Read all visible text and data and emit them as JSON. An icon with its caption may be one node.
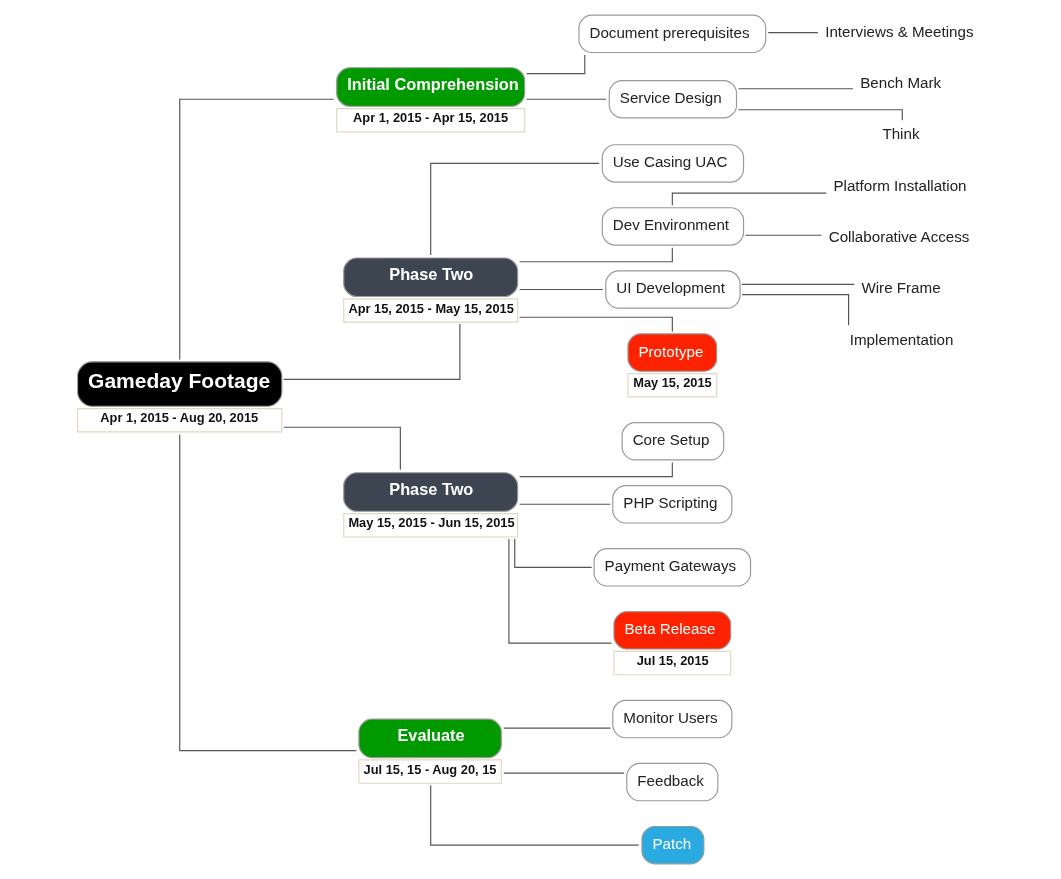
{
  "diagram": {
    "nodes": [
      {
        "text": [
          "Gameday Footage"
        ],
        "beside": [
          "Apr 1, 2015 - Aug 20, 2015"
        ]
      },
      {
        "text": [
          "Initial Comprehension"
        ],
        "beside": [
          "Apr 1, 2015 - Apr 15, 2015"
        ]
      },
      {
        "text": [
          "Document prerequisites"
        ]
      },
      {
        "text": [
          "Interviews & Meetings"
        ]
      },
      {
        "text": [
          "Service Design"
        ]
      },
      {
        "text": [
          "Bench Mark"
        ]
      },
      {
        "text": [
          "Think"
        ]
      },
      {
        "text": [
          "Phase Two"
        ],
        "beside": [
          "Apr 15, 2015 - May 15, 2015"
        ]
      },
      {
        "text": [
          "Use Casing UAC"
        ]
      },
      {
        "text": [
          "Dev Environment"
        ]
      },
      {
        "text": [
          "Platform Installation"
        ]
      },
      {
        "text": [
          "Collaborative Access"
        ]
      },
      {
        "text": [
          "UI Development"
        ]
      },
      {
        "text": [
          "Wire Frame"
        ]
      },
      {
        "text": [
          "Implementation"
        ]
      },
      {
        "text": [
          "Prototype"
        ],
        "beside": [
          "May 15, 2015"
        ]
      },
      {
        "text": [
          "Phase Two"
        ],
        "beside": [
          "May 15, 2015 - Jun 15, 2015"
        ]
      },
      {
        "text": [
          "Core Setup"
        ]
      },
      {
        "text": [
          "PHP Scripting"
        ]
      },
      {
        "text": [
          "Payment Gateways"
        ]
      },
      {
        "text": [
          "Beta Release"
        ],
        "beside": [
          "Jul 15, 2015"
        ]
      },
      {
        "text": [
          "Evaluate"
        ],
        "beside": [
          "Jul 15, 15 - Aug 20, 15"
        ]
      },
      {
        "text": [
          "Monitor Users"
        ]
      },
      {
        "text": [
          "Feedback"
        ]
      },
      {
        "text": [
          "Patch"
        ]
      }
    ],
    "edges": [
      {
        "from": 0,
        "to": 1,
        "arrow": "none"
      },
      {
        "from": 0,
        "to": 7,
        "arrow": "none"
      },
      {
        "from": 0,
        "to": 16,
        "arrow": "none"
      },
      {
        "from": 0,
        "to": 21,
        "arrow": "none"
      },
      {
        "from": 1,
        "to": 2,
        "arrow": "none"
      },
      {
        "from": 2,
        "to": 3,
        "arrow": "none"
      },
      {
        "from": 1,
        "to": 4,
        "arrow": "none"
      },
      {
        "from": 4,
        "to": 5,
        "arrow": "none"
      },
      {
        "from": 4,
        "to": 6,
        "arrow": "none"
      },
      {
        "from": 7,
        "to": 8,
        "arrow": "none"
      },
      {
        "from": 7,
        "to": 9,
        "arrow": "none"
      },
      {
        "from": 9,
        "to": 10,
        "arrow": "none"
      },
      {
        "from": 9,
        "to": 11,
        "arrow": "none"
      },
      {
        "from": 7,
        "to": 12,
        "arrow": "none"
      },
      {
        "from": 12,
        "to": 13,
        "arrow": "none"
      },
      {
        "from": 12,
        "to": 14,
        "arrow": "none"
      },
      {
        "from": 7,
        "to": 15,
        "arrow": "none"
      },
      {
        "from": 16,
        "to": 17,
        "arrow": "none"
      },
      {
        "from": 16,
        "to": 18,
        "arrow": "none"
      },
      {
        "from": 16,
        "to": 19,
        "arrow": "none"
      },
      {
        "from": 16,
        "to": 20,
        "arrow": "none"
      },
      {
        "from": 21,
        "to": 22,
        "arrow": "none"
      },
      {
        "from": 21,
        "to": 23,
        "arrow": "none"
      },
      {
        "from": 21,
        "to": 24,
        "arrow": "none"
      }
    ]
  }
}
